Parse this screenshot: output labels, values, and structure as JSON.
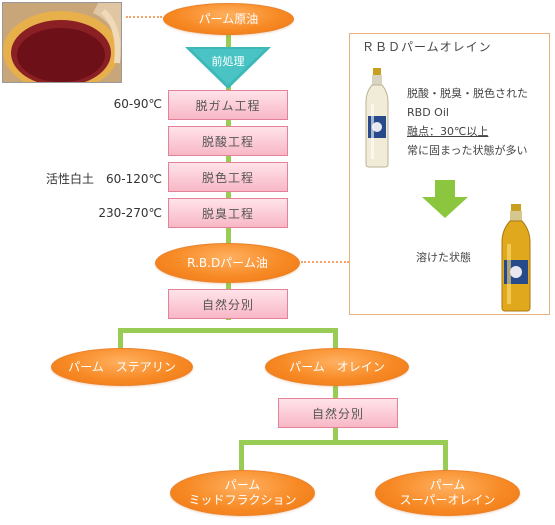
{
  "flow": {
    "palm_oil": "パーム原油",
    "pretreatment": "前処理",
    "degumming": "脱ガム工程",
    "deacidification": "脱酸工程",
    "bleaching": "脱色工程",
    "deodorizing": "脱臭工程",
    "rbd_palm_oil": "R.B.Dパーム油",
    "fractionation_1": "自然分別",
    "stearin": "パーム　ステアリン",
    "olein": "パーム　オレイン",
    "fractionation_2": "自然分別",
    "mid_fraction_line1": "パーム",
    "mid_fraction_line2": "ミッドフラクション",
    "super_olein_line1": "パーム",
    "super_olein_line2": "スーパーオレイン"
  },
  "conditions": {
    "degumming_temp": "60-90℃",
    "bleaching": "活性白土　60-120℃",
    "deodorizing_temp": "230-270℃"
  },
  "panel": {
    "title": "ＲＢＤパームオレイン",
    "desc_line1": "脱酸・脱臭・脱色された",
    "desc_line2": "RBD Oil",
    "desc_line3": "融点：30℃以上",
    "desc_line4": "常に固まった状態が多い",
    "melted": "溶けた状態"
  },
  "colors": {
    "oval_orange": "#f78a25",
    "box_pink": "#f8b7c6",
    "connector_green": "#99cc55",
    "funnel_teal": "#3cb8b8",
    "panel_border": "#e8b37b",
    "arrow_green": "#8cc63f"
  }
}
